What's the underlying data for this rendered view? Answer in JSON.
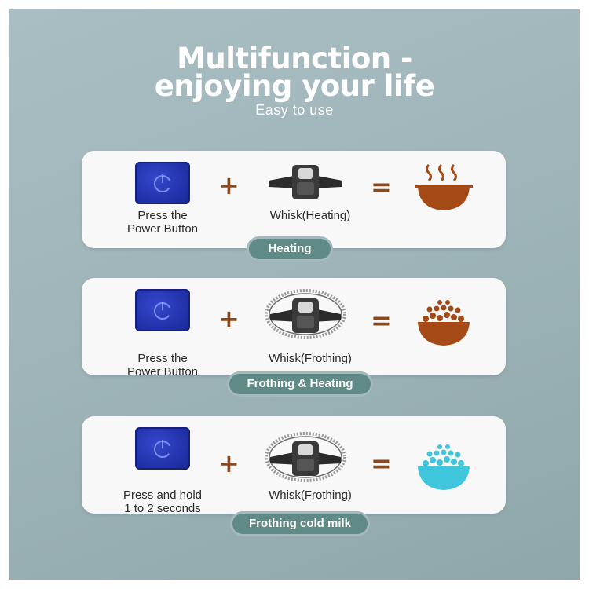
{
  "header": {
    "title_line1": "Multifunction -",
    "title_line2": "enjoying your life",
    "subtitle": "Easy to use"
  },
  "modes": [
    {
      "button_label_line1": "Press the",
      "button_label_line2": "Power Button",
      "whisk_label": "Whisk(Heating)",
      "badge": "Heating",
      "result_icon": "steaming-bowl-icon",
      "result_color": "#a44a17"
    },
    {
      "button_label_line1": "Press the",
      "button_label_line2": "Power Button",
      "whisk_label": "Whisk(Frothing)",
      "badge": "Frothing & Heating",
      "result_icon": "foamy-bowl-icon",
      "result_color": "#a44a17"
    },
    {
      "button_label_line1": "Press and hold",
      "button_label_line2": "1 to 2 seconds",
      "whisk_label": "Whisk(Frothing)",
      "badge": "Frothing cold milk",
      "result_icon": "foamy-bowl-icon",
      "result_color": "#3fc6dc"
    }
  ],
  "colors": {
    "accent_brown": "#8a4a1e",
    "badge_green": "#5f8a86",
    "power_blue": "#1f2fa6",
    "cold_cyan": "#3fc6dc"
  }
}
